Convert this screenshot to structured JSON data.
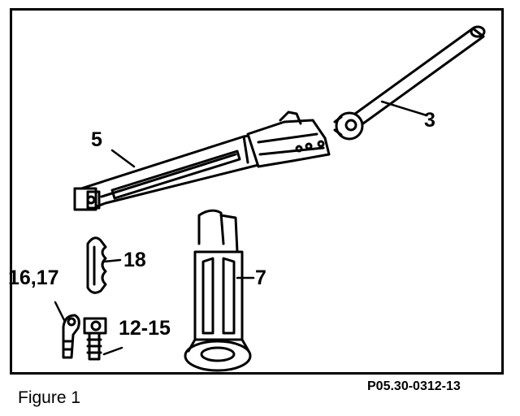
{
  "figure": {
    "caption": "Figure 1",
    "reference_code": "P05.30-0312-13"
  },
  "callouts": {
    "jack_handle": "3",
    "jack_body": "5",
    "jack_stand": "7",
    "clip": "18",
    "pin_a": "16,17",
    "pin_b": "12-15"
  }
}
